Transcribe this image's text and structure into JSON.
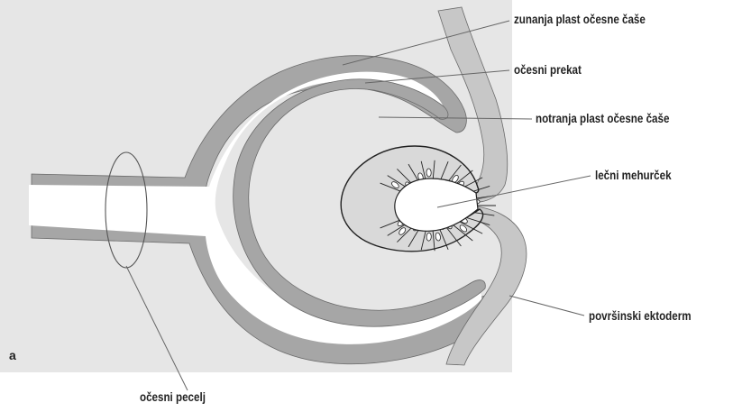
{
  "figure": {
    "panel_letter": "a",
    "colors": {
      "background_panel": "#e6e6e6",
      "tissue_dark": "#a6a6a6",
      "tissue_light": "#c7c7c7",
      "lumen": "#ffffff",
      "outline": "#555555"
    },
    "labels": {
      "outer_layer": "zunanja plast očesne čaše",
      "optic_space": "očesni prekat",
      "inner_layer": "notranja plast očesne čaše",
      "lens_vesicle": "lečni mehurček",
      "surface_ectoderm": "površinski ektoderm",
      "optic_stalk": "očesni pecelj"
    }
  }
}
